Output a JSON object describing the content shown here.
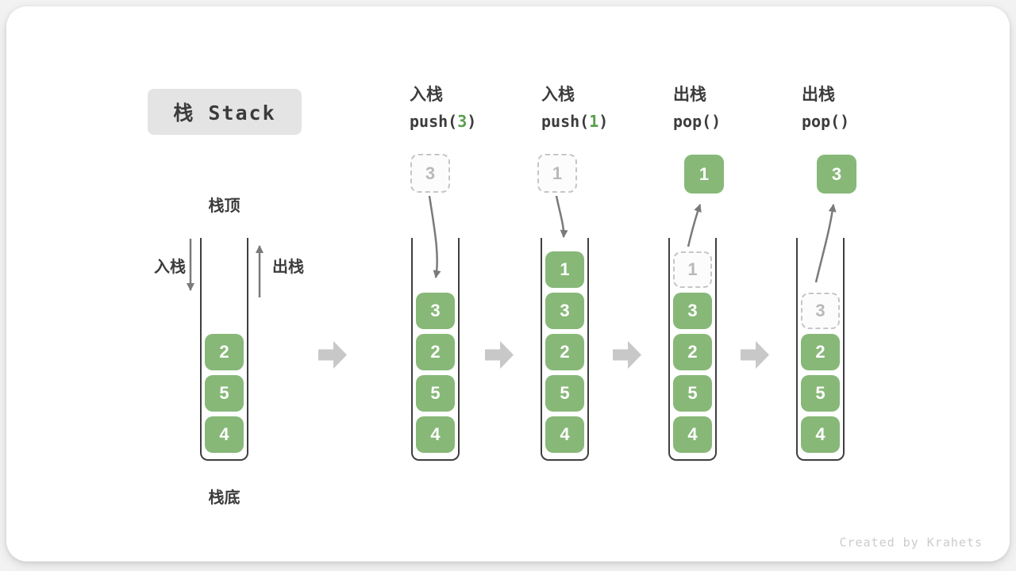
{
  "title": "栈 Stack",
  "labels": {
    "stack_top": "栈顶",
    "stack_bottom": "栈底",
    "push_side": "入栈",
    "pop_side": "出栈"
  },
  "watermark": "Created by Krahets",
  "colors": {
    "cell_green": "#87b878",
    "cell_text": "#ffffff",
    "code_arg_green": "#58a04b",
    "ghost_border": "#c6c6c6",
    "ghost_text": "#b9b9b9",
    "stack_wall": "#3f3f3f",
    "text_dark": "#3c3c3c",
    "step_arrow_gray": "#c8c8c8",
    "motion_arrow_gray": "#7a7a7a",
    "title_bg": "#e4e4e4",
    "watermark_gray": "#cbcbcb"
  },
  "columns": [
    {
      "name": "initial-state",
      "items": [
        {
          "value": "2",
          "ghost": false
        },
        {
          "value": "5",
          "ghost": false
        },
        {
          "value": "4",
          "ghost": false
        }
      ]
    },
    {
      "name": "push-3",
      "header": {
        "title": "入栈",
        "code_prefix": "push(",
        "code_arg": "3",
        "code_suffix": ")"
      },
      "floating": {
        "value": "3",
        "variant": "ghost"
      },
      "items": [
        {
          "value": "3",
          "ghost": false
        },
        {
          "value": "2",
          "ghost": false
        },
        {
          "value": "5",
          "ghost": false
        },
        {
          "value": "4",
          "ghost": false
        }
      ]
    },
    {
      "name": "push-1",
      "header": {
        "title": "入栈",
        "code_prefix": "push(",
        "code_arg": "1",
        "code_suffix": ")"
      },
      "floating": {
        "value": "1",
        "variant": "ghost"
      },
      "items": [
        {
          "value": "1",
          "ghost": false
        },
        {
          "value": "3",
          "ghost": false
        },
        {
          "value": "2",
          "ghost": false
        },
        {
          "value": "5",
          "ghost": false
        },
        {
          "value": "4",
          "ghost": false
        }
      ]
    },
    {
      "name": "pop-1",
      "header": {
        "title": "出栈",
        "code_prefix": "pop(",
        "code_arg": "",
        "code_suffix": ")"
      },
      "floating": {
        "value": "1",
        "variant": "solid"
      },
      "items": [
        {
          "value": "1",
          "ghost": true
        },
        {
          "value": "3",
          "ghost": false
        },
        {
          "value": "2",
          "ghost": false
        },
        {
          "value": "5",
          "ghost": false
        },
        {
          "value": "4",
          "ghost": false
        }
      ]
    },
    {
      "name": "pop-3",
      "header": {
        "title": "出栈",
        "code_prefix": "pop(",
        "code_arg": "",
        "code_suffix": ")"
      },
      "floating": {
        "value": "3",
        "variant": "solid"
      },
      "items": [
        {
          "value": "3",
          "ghost": true
        },
        {
          "value": "2",
          "ghost": false
        },
        {
          "value": "5",
          "ghost": false
        },
        {
          "value": "4",
          "ghost": false
        }
      ]
    }
  ]
}
